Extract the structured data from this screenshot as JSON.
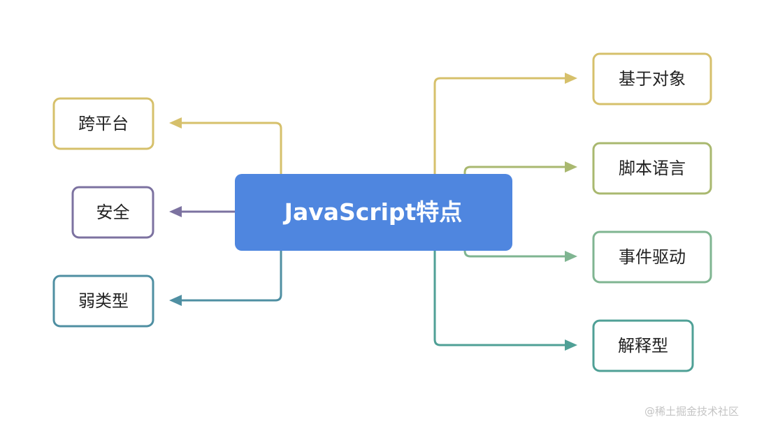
{
  "center": {
    "label": "JavaScript特点"
  },
  "left_nodes": [
    {
      "label": "跨平台",
      "color": "#d6c06b"
    },
    {
      "label": "安全",
      "color": "#7c72a0"
    },
    {
      "label": "弱类型",
      "color": "#4f8fa2"
    }
  ],
  "right_nodes": [
    {
      "label": "基于对象",
      "color": "#d6c06b"
    },
    {
      "label": "脚本语言",
      "color": "#a9b86f"
    },
    {
      "label": "事件驱动",
      "color": "#7fb591"
    },
    {
      "label": "解释型",
      "color": "#4fa096"
    }
  ],
  "colors": {
    "center_fill": "#4f86df"
  },
  "watermark": "@稀土掘金技术社区"
}
